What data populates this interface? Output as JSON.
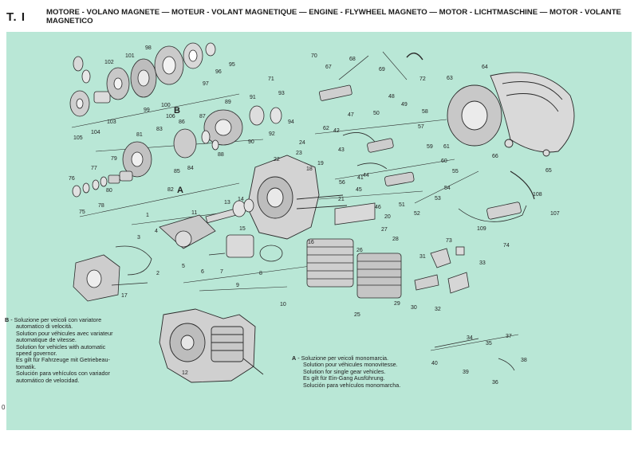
{
  "page": {
    "number": "T. I",
    "title": "MOTORE - VOLANO MAGNETE — MOTEUR - VOLANT MAGNETIQUE — ENGINE - FLYWHEEL MAGNETO — MOTOR - LICHTMASCHINE — MOTOR - VOLANTE MAGNETICO",
    "footer": "0"
  },
  "note_b": {
    "letter": "B",
    "lines": [
      "- Soluzione per veicoli con variatore",
      "automatico di velocità.",
      "Solution pour véhicules avec variateur",
      "automatique de vitesse.",
      "Solution for vehicles with automatic",
      "speed governor.",
      "Es gilt für Fahrzeuge mit Getriebeau-",
      "tomatik.",
      "Solución para vehículos con variador",
      "automático de velocidad."
    ]
  },
  "note_a": {
    "letter": "A",
    "lines": [
      "- Soluzione per veicoli monomarcia.",
      "Solution pour véhicules monovitesse.",
      "Solution for single gear vehicles.",
      "Es gilt für Ein-Gang Ausführung.",
      "Solución para vehículos monomarcha."
    ]
  },
  "diagram": {
    "group_letters": [
      "A",
      "B"
    ],
    "part_numbers": [
      "1",
      "2",
      "3",
      "4",
      "5",
      "6",
      "7",
      "8",
      "9",
      "10",
      "11",
      "12",
      "13",
      "14",
      "15",
      "16",
      "17",
      "18",
      "19",
      "20",
      "21",
      "22",
      "23",
      "24",
      "25",
      "26",
      "27",
      "28",
      "29",
      "30",
      "31",
      "32",
      "33",
      "34",
      "35",
      "36",
      "37",
      "38",
      "39",
      "40",
      "41",
      "42",
      "43",
      "44",
      "45",
      "46",
      "47",
      "48",
      "49",
      "50",
      "51",
      "52",
      "53",
      "54",
      "55",
      "56",
      "57",
      "58",
      "59",
      "60",
      "61",
      "62",
      "63",
      "64",
      "65",
      "66",
      "67",
      "68",
      "69",
      "70",
      "71",
      "72",
      "73",
      "74",
      "75",
      "76",
      "77",
      "78",
      "79",
      "80",
      "81",
      "82",
      "83",
      "84",
      "85",
      "86",
      "87",
      "88",
      "89",
      "90",
      "91",
      "92",
      "93",
      "94",
      "95",
      "96",
      "97",
      "98",
      "99",
      "100",
      "101",
      "102",
      "103",
      "104",
      "105",
      "106",
      "107",
      "108",
      "109"
    ]
  }
}
